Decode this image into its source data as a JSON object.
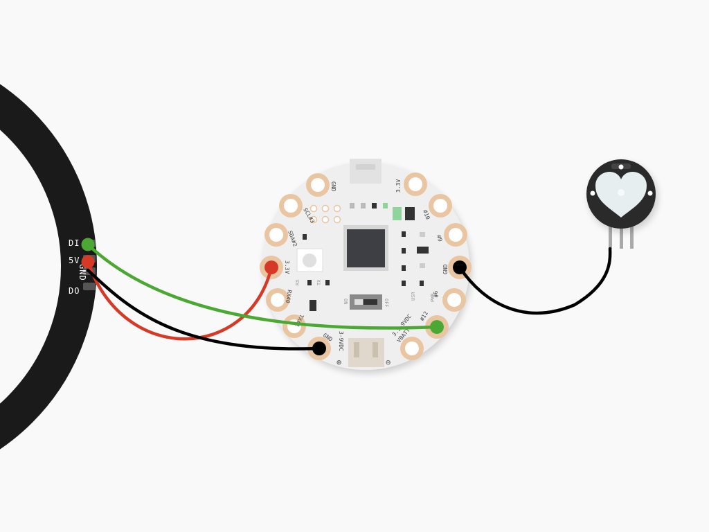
{
  "diagram": {
    "neopixel_ring": {
      "pins": [
        "DI",
        "5V",
        "GND",
        "DO"
      ],
      "color": "#1b1a1a"
    },
    "board": {
      "pads": {
        "gnd_top": "GND",
        "v33_top": "3.3V",
        "scl": "SCL#3",
        "d10": "#10",
        "sda": "SDA#2",
        "d9": "#9",
        "v33_left": "3.3V",
        "gnd_right": "GND",
        "rx": "RX#0",
        "d6": "#6",
        "tx": "TX#1",
        "d12": "#12",
        "gnd_bottom": "GND",
        "vbatt": "VBATT",
        "vdc_35": "3.5-9VDC",
        "vdc_39": "3-9VDC"
      },
      "silkscreen": {
        "rx": "RX",
        "tx": "TX",
        "on": "ON",
        "off": "OFF",
        "usr": "USR",
        "pwr": "PWR",
        "plus": "⊕",
        "minus": "⊖"
      },
      "colors": {
        "body": "#efefef",
        "pad": "#e9c6a1",
        "chip": "#3d3f45"
      }
    },
    "wires": [
      {
        "name": "green-data-wire",
        "color": "#4aa833"
      },
      {
        "name": "red-power-wire",
        "color": "#d63a27"
      },
      {
        "name": "black-ground-wire",
        "color": "#000000"
      },
      {
        "name": "black-sensor-wire",
        "color": "#000000"
      }
    ],
    "sensor": {
      "icon": "heart-icon",
      "color": "#2a2a2a",
      "face": "#e7eef0"
    }
  }
}
